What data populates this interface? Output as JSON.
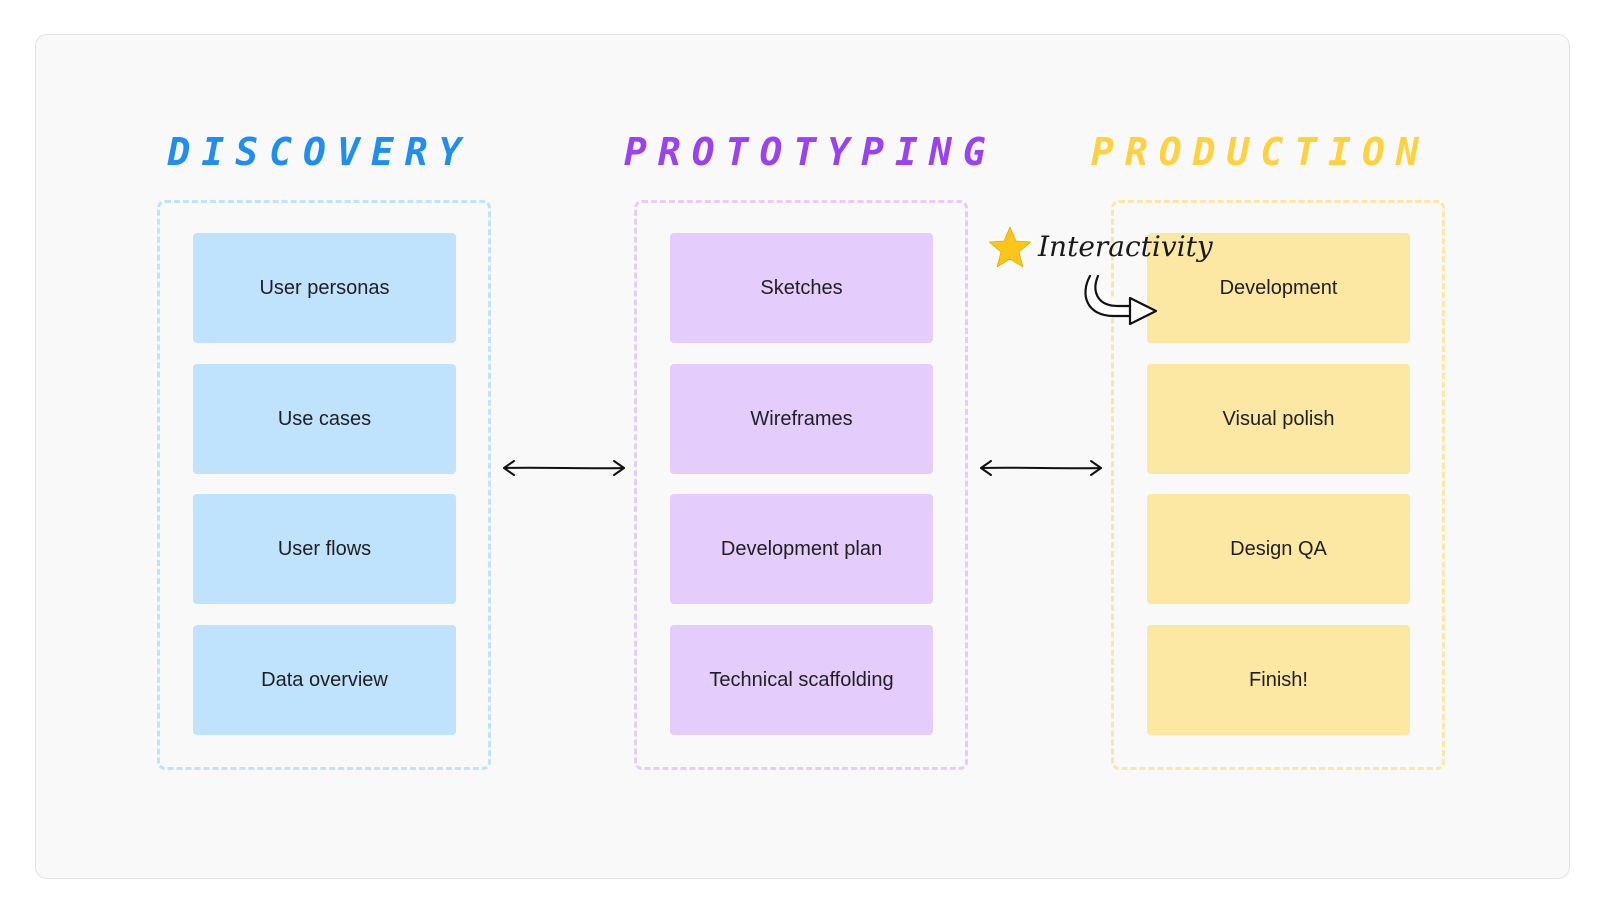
{
  "columns": [
    {
      "title": "DISCOVERY",
      "color": "#1e8ff0",
      "frame_color": "#bfe3fc",
      "cards": [
        "User personas",
        "Use cases",
        "User flows",
        "Data overview"
      ]
    },
    {
      "title": "PROTOTYPING",
      "color": "#9b41f0",
      "frame_color": "#e4cdfd",
      "cards": [
        "Sketches",
        "Wireframes",
        "Development plan",
        "Technical scaffolding"
      ]
    },
    {
      "title": "PRODUCTION",
      "color": "#fdd23e",
      "frame_color": "#fce7a3",
      "cards": [
        "Development",
        "Visual polish",
        "Design QA",
        "Finish!"
      ]
    }
  ],
  "annotation": {
    "text": "Interactivity",
    "icon": "star-icon",
    "star_color": "#fcc51b"
  },
  "connectors": [
    "double-arrow",
    "double-arrow"
  ]
}
